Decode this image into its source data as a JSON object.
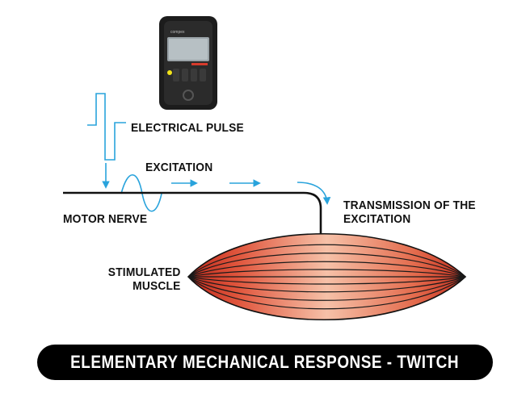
{
  "labels": {
    "electrical_pulse": "ELECTRICAL PULSE",
    "excitation": "EXCITATION",
    "motor_nerve": "MOTOR NERVE",
    "transmission_line1": "TRANSMISSION OF THE",
    "transmission_line2": "EXCITATION",
    "muscle_line1": "STIMULATED",
    "muscle_line2": "MUSCLE"
  },
  "banner": {
    "text": "ELEMENTARY MECHANICAL RESPONSE - TWITCH"
  },
  "device": {
    "brand_text": "compex"
  },
  "colors": {
    "signal": "#29a3dc",
    "nerve": "#111111",
    "muscle_edge": "#d9402a",
    "muscle_center": "#f3b39a",
    "banner_bg": "#000000",
    "banner_text": "#ffffff"
  }
}
